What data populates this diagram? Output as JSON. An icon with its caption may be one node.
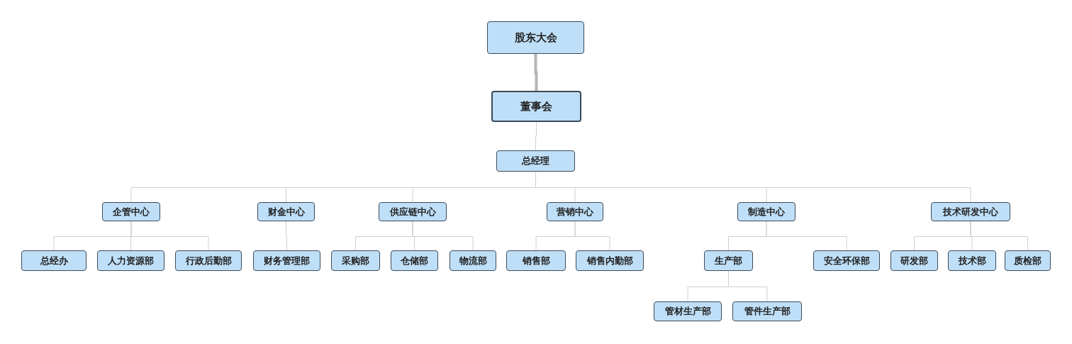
{
  "diagram": {
    "nodes": [
      {
        "text": [
          "股东大会"
        ]
      },
      {
        "text": [
          "董事会"
        ]
      },
      {
        "text": [
          "总经理"
        ]
      },
      {
        "text": [
          "企管中心"
        ]
      },
      {
        "text": [
          "财金中心"
        ]
      },
      {
        "text": [
          "供应链中心"
        ]
      },
      {
        "text": [
          "营销中心"
        ]
      },
      {
        "text": [
          "制造中心"
        ]
      },
      {
        "text": [
          "技术研发中心"
        ]
      },
      {
        "text": [
          "总经办"
        ]
      },
      {
        "text": [
          "人力资源部"
        ]
      },
      {
        "text": [
          "行政后勤部"
        ]
      },
      {
        "text": [
          "财务管理部"
        ]
      },
      {
        "text": [
          "采购部"
        ]
      },
      {
        "text": [
          "仓储部"
        ]
      },
      {
        "text": [
          "物流部"
        ]
      },
      {
        "text": [
          "销售部"
        ]
      },
      {
        "text": [
          "销售内勤部"
        ]
      },
      {
        "text": [
          "生产部"
        ]
      },
      {
        "text": [
          "安全环保部"
        ]
      },
      {
        "text": [
          "研发部"
        ]
      },
      {
        "text": [
          "技术部"
        ]
      },
      {
        "text": [
          "质检部"
        ]
      },
      {
        "text": [
          "管材生产部"
        ]
      },
      {
        "text": [
          "管件生产部"
        ]
      }
    ],
    "edges": [
      {
        "from": 0,
        "to": 1,
        "arrow": "none",
        "style": "thick"
      },
      {
        "from": 1,
        "to": 2,
        "arrow": "none"
      },
      {
        "from": 2,
        "to": 3,
        "arrow": "none"
      },
      {
        "from": 2,
        "to": 4,
        "arrow": "none"
      },
      {
        "from": 2,
        "to": 5,
        "arrow": "none"
      },
      {
        "from": 2,
        "to": 6,
        "arrow": "none"
      },
      {
        "from": 2,
        "to": 7,
        "arrow": "none"
      },
      {
        "from": 2,
        "to": 8,
        "arrow": "none"
      },
      {
        "from": 3,
        "to": 9,
        "arrow": "none"
      },
      {
        "from": 3,
        "to": 10,
        "arrow": "none"
      },
      {
        "from": 3,
        "to": 11,
        "arrow": "none"
      },
      {
        "from": 4,
        "to": 12,
        "arrow": "none"
      },
      {
        "from": 5,
        "to": 13,
        "arrow": "none"
      },
      {
        "from": 5,
        "to": 14,
        "arrow": "none"
      },
      {
        "from": 5,
        "to": 15,
        "arrow": "none"
      },
      {
        "from": 6,
        "to": 16,
        "arrow": "none"
      },
      {
        "from": 6,
        "to": 17,
        "arrow": "none"
      },
      {
        "from": 7,
        "to": 18,
        "arrow": "none"
      },
      {
        "from": 7,
        "to": 19,
        "arrow": "none"
      },
      {
        "from": 8,
        "to": 20,
        "arrow": "none"
      },
      {
        "from": 8,
        "to": 21,
        "arrow": "none"
      },
      {
        "from": 8,
        "to": 22,
        "arrow": "none"
      },
      {
        "from": 18,
        "to": 23,
        "arrow": "none"
      },
      {
        "from": 18,
        "to": 24,
        "arrow": "none"
      }
    ]
  }
}
